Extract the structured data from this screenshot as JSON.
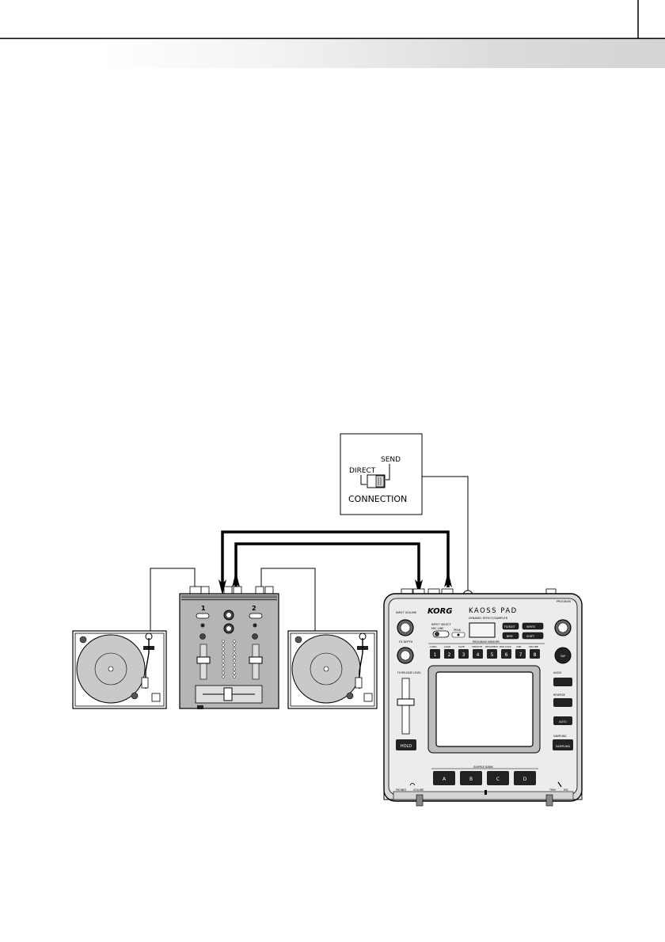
{
  "connection_inset": {
    "direct_label": "DIRECT",
    "send_label": "SEND",
    "caption": "CONNECTION"
  },
  "mixer": {
    "channel_1_label": "1",
    "channel_2_label": "2"
  },
  "kaoss_pad": {
    "brand": "KORG",
    "model": "KAOSS PAD",
    "subtitle": "DYNAMIC EFFECT/SAMPLER",
    "input_volume_label": "INPUT VOLUME",
    "fx_depth_label": "FX DEPTH",
    "fx_release_label": "FX RELEASE LEVEL",
    "input_select_label": "INPUT SELECT",
    "input_select_options": "MIC   LINE",
    "peak_label": "PEAK",
    "program_label": "PROGRAM",
    "program_memory_label": "PROGRAM MEMORY",
    "memory_buttons": [
      "1",
      "2",
      "3",
      "4",
      "5",
      "6",
      "7",
      "8"
    ],
    "memory_labels": [
      "CARD",
      "LOAD",
      "SAVE",
      "SMOOTH",
      "RESAMPLE",
      "PAD LOCK",
      "USB",
      "SD/LINE"
    ],
    "fx_button": "FX/EDIT",
    "bpm_button": "BPM",
    "tap_button": "TAP",
    "write_button": "WRITE",
    "shift_button": "SHIFT",
    "sample_bank_label": "SAMPLE BANK",
    "sample_buttons": [
      "A",
      "B",
      "C",
      "D"
    ],
    "hold_button": "HOLD",
    "audio_label": "AUDIO",
    "sampling_label": "SAMPLING",
    "sampling_button": "SAMPLING",
    "auto_button": "AUTO",
    "reverse_button": "REVERSE",
    "phones_label": "PHONES",
    "volume_label": "VOLUME",
    "trim_label": "TRIM",
    "mic_label": "MIC"
  }
}
